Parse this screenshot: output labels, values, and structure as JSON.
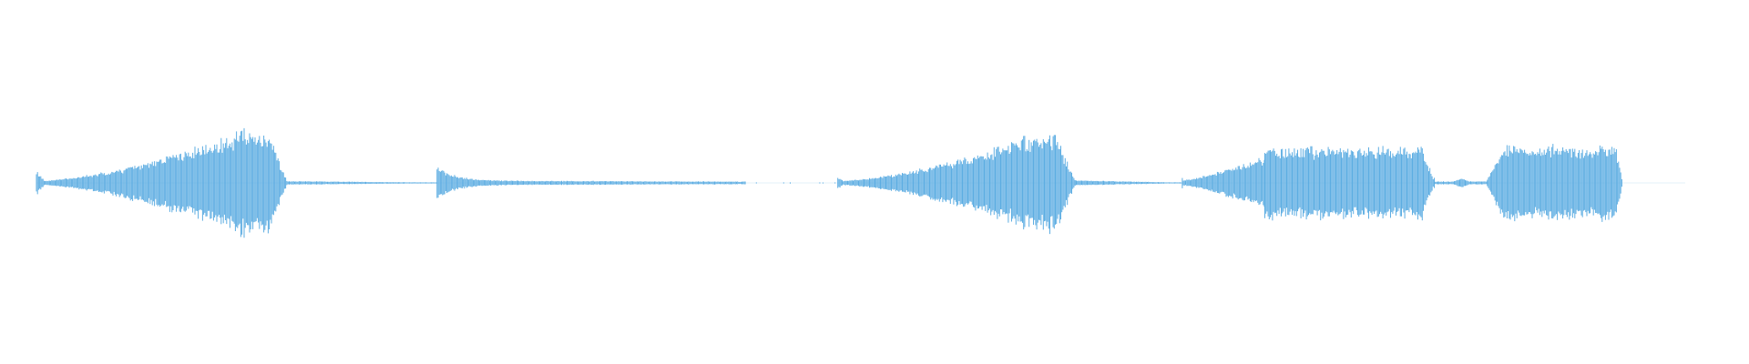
{
  "waveform": {
    "color": "#5DADE2",
    "background": "#ffffff",
    "duration_normalized": 1.0,
    "segments": [
      {
        "start": 0.0,
        "end": 0.152,
        "peak": 0.68,
        "shape": "swell",
        "onset_spike": 0.18
      },
      {
        "start": 0.152,
        "end": 0.243,
        "peak": 0.02,
        "shape": "trail"
      },
      {
        "start": 0.243,
        "end": 0.286,
        "peak": 0.2,
        "shape": "decay",
        "onset_spike": 0.2
      },
      {
        "start": 0.286,
        "end": 0.43,
        "peak": 0.03,
        "shape": "flat"
      },
      {
        "start": 0.43,
        "end": 0.486,
        "peak": 0.0,
        "shape": "dots"
      },
      {
        "start": 0.486,
        "end": 0.63,
        "peak": 0.62,
        "shape": "swell",
        "onset_spike": 0.1
      },
      {
        "start": 0.63,
        "end": 0.695,
        "peak": 0.03,
        "shape": "trail"
      },
      {
        "start": 0.695,
        "end": 0.745,
        "peak": 0.34,
        "shape": "rise",
        "onset_spike": 0.08
      },
      {
        "start": 0.745,
        "end": 0.848,
        "peak": 0.48,
        "shape": "plateau"
      },
      {
        "start": 0.848,
        "end": 0.88,
        "peak": 0.05,
        "shape": "gap-bump"
      },
      {
        "start": 0.88,
        "end": 0.962,
        "peak": 0.5,
        "shape": "plateau-rise"
      }
    ]
  }
}
